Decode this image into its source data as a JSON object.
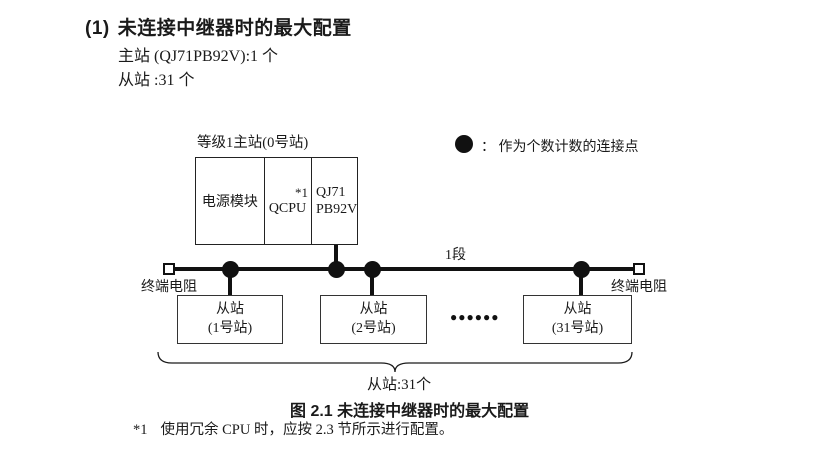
{
  "document": {
    "heading_number": "(1)",
    "heading_text": "未连接中继器时的最大配置",
    "master_count_line": "主站 (QJ71PB92V):1 个",
    "slave_count_line": "从站 :31 个",
    "figure_caption": "图 2.1 未连接中继器时的最大配置",
    "footnote_marker": "*1",
    "footnote_text": "使用冗余 CPU 时，应按 2.3 节所示进行配置。"
  },
  "diagram": {
    "legend": {
      "symbol": "connection-dot",
      "text": "：  作为个数计数的连接点"
    },
    "master_station": {
      "label": "等级1主站(0号站)",
      "power_module": "电源模块",
      "cpu": "QCPU",
      "cpu_note": "*1",
      "network_module_line1": "QJ71",
      "network_module_line2": "PB92V"
    },
    "bus": {
      "segment_label": "1段",
      "terminator_left_label": "终端电阻",
      "terminator_right_label": "终端电阻"
    },
    "slaves": [
      {
        "line1": "从站",
        "line2": "(1号站)"
      },
      {
        "line1": "从站",
        "line2": "(2号站)"
      },
      {
        "line1": "从站",
        "line2": "(31号站)"
      }
    ],
    "ellipsis": "●●●●●●",
    "brace_label": "从站:31个"
  },
  "colors": {
    "ink": "#1a1a1a",
    "line": "#111111",
    "background": "#ffffff"
  }
}
